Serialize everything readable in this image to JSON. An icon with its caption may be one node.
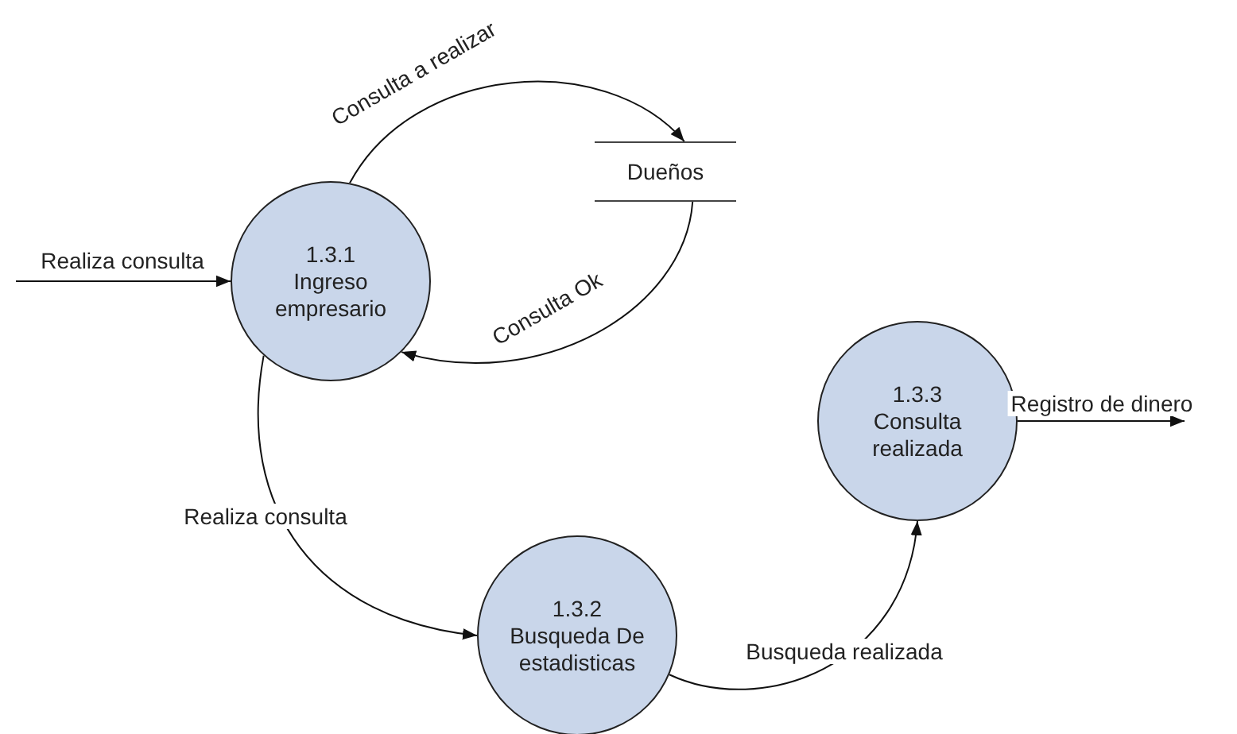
{
  "diagram": {
    "nodes": [
      {
        "text": [
          "1.3.1",
          "Ingreso empresario"
        ]
      },
      {
        "text": [
          "Dueños"
        ]
      },
      {
        "text": [
          "1.3.2",
          "Busqueda De estadisticas"
        ]
      },
      {
        "text": [
          "1.3.3",
          "Consulta realizada"
        ]
      }
    ],
    "edges": [
      {
        "from": null,
        "to": 0,
        "arrow": "to",
        "label": "Realiza consulta"
      },
      {
        "from": 0,
        "to": 1,
        "arrow": "to",
        "label": "Consulta a realizar"
      },
      {
        "from": 1,
        "to": 0,
        "arrow": "to",
        "label": "Consulta Ok"
      },
      {
        "from": 0,
        "to": 2,
        "arrow": "to",
        "label": "Realiza consulta"
      },
      {
        "from": 2,
        "to": 3,
        "arrow": "to",
        "label": "Busqueda realizada"
      },
      {
        "from": 3,
        "to": null,
        "arrow": "to",
        "label": "Registro de dinero"
      }
    ]
  }
}
